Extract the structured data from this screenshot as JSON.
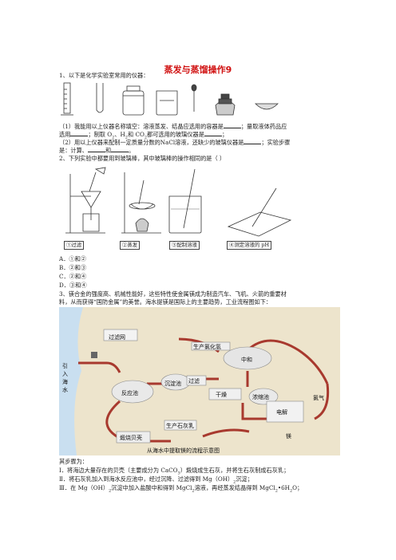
{
  "title": "蒸发与蒸馏操作9",
  "q1": {
    "stem": "1、以下是化学实验室常用的仪器：",
    "line1a": "（1）我能用以上仪器名称填空：溶液蒸发、结晶应选用的容器是",
    "line1b": "；量取液体药品应",
    "line2a": "选用",
    "line2b": "；制取 O",
    "line2c": "、H",
    "line2d": "和 CO",
    "line2e": "都可选用的玻璃仪器是",
    "line2f": "；",
    "line3a": "（2）用以上仪器来配制一定质量分数的NaCl溶液，还缺少的玻璃仪器是",
    "line3b": "；实验步骤",
    "line4a": "是：计算、",
    "line4b": "和",
    "line4c": "。",
    "sub2": "2"
  },
  "q2": {
    "stem": "2、下列实验中都要用到玻璃棒，其中玻璃棒的操作相同的是（ ）",
    "captions": [
      "①过滤",
      "②蒸发",
      "③配制溶液",
      "④测定溶液的 pH"
    ],
    "options": [
      "A．①和②",
      "B．②和③",
      "C．②和④",
      "D．③和④"
    ]
  },
  "q3": {
    "stem1": "3、镁合金的强度高、机械性能好，这些特性使金属镁成为制造汽车、飞机、火箭的重要材",
    "stem2": "料，从而获得“国防金属”的美誉。海水提镁是国际上的主要趋势，工业流程图如下：",
    "diagram": {
      "labels": {
        "hcl": "生产氯化氢",
        "filter": "过滤网",
        "intake1": "引",
        "intake2": "入",
        "intake3": "海",
        "intake4": "水",
        "reactor": "反应池",
        "settle": "沉淀池",
        "filtration": "过滤",
        "neutral": "中和",
        "dry": "干燥",
        "concentrate": "浓缩池",
        "electrolysis": "电解",
        "chlorine": "氯气",
        "magnesium": "镁",
        "lime": "生产石灰乳",
        "calcine": "煅烧贝壳",
        "caption": "从海水中提取镁的流程示意图"
      }
    },
    "steps_title": "其步骤为：",
    "step1a": "Ⅰ．将海边大量存在的贝壳（主要成分为 CaCO",
    "step1b": "）煅烧成生石灰，并将生石灰制成石灰乳；",
    "step2a": "Ⅱ．将石灰乳加入到海水反应池中，经过沉降、过滤得到 Mg（OH）",
    "step2b": "沉淀；",
    "step3a": "Ⅲ．在 Mg（OH）",
    "step3b": "沉淀中加入盐酸中和得到 MgCl",
    "step3c": "溶液，再经蒸发结晶得到 MgCl",
    "step3d": "•6H",
    "step3e": "O；",
    "sub3": "3",
    "sub2": "2"
  },
  "colors": {
    "title": "#d01010",
    "pipe": "#a8392e",
    "sea": "#c9dff0",
    "land": "#ede4cc"
  }
}
